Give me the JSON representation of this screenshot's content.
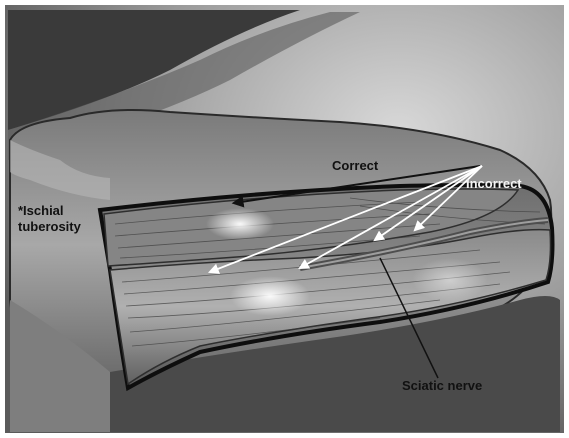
{
  "labels": {
    "correct": "Correct",
    "incorrect": "Incorrect",
    "ischial_line1": "*Ischial",
    "ischial_line2": "tuberosity",
    "sciatic_nerve": "Sciatic nerve"
  },
  "colors": {
    "correct_arrow": "#111111",
    "incorrect_arrows": "#ffffff"
  }
}
